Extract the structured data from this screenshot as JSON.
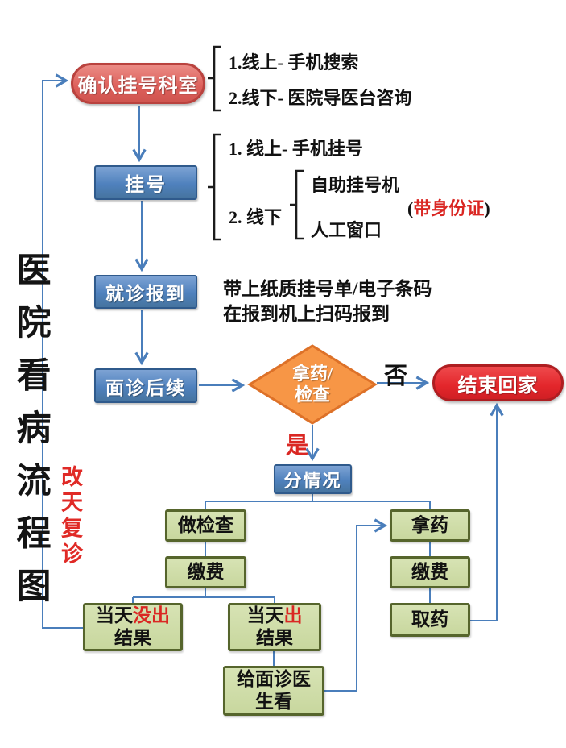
{
  "title": {
    "vertical_text": "医院看病流程图"
  },
  "side_note": {
    "text": "改天复诊"
  },
  "colors": {
    "connector_blue": "#4a7ebb",
    "box_blue": "#4f81bd",
    "pill_salmon": "#dd5f5a",
    "pill_red": "#e3262b",
    "green_fill": "#c8d79e",
    "green_border": "#56652c",
    "diamond_orange": "#f79646",
    "highlight_red": "#da2723"
  },
  "nodes": {
    "confirm_dept": {
      "label": "确认挂号科室"
    },
    "register": {
      "label": "挂号"
    },
    "checkin": {
      "label": "就诊报到"
    },
    "followup": {
      "label": "面诊后续"
    },
    "decision": {
      "line1": "拿药/",
      "line2": "检查"
    },
    "end_home": {
      "label": "结束回家"
    },
    "split_case": {
      "label": "分情况"
    },
    "do_exam": {
      "label": "做检查"
    },
    "pay_left": {
      "label": "缴费"
    },
    "result_not_out": {
      "prefix": "当天",
      "highlight": "没出",
      "suffix": "结果"
    },
    "result_out": {
      "prefix": "当天",
      "highlight": "出",
      "suffix": "结果"
    },
    "show_doctor": {
      "label": "给面诊医生看"
    },
    "get_medicine": {
      "label": "拿药"
    },
    "pay_right": {
      "label": "缴费"
    },
    "pickup_medicine": {
      "label": "取药"
    }
  },
  "annotations": {
    "confirm_option1": "1.线上- 手机搜索",
    "confirm_option2": "2.线下- 医院导医台咨询",
    "register_online": "1. 线上- 手机挂号",
    "register_offline": "2. 线下",
    "offline_option1": "自助挂号机",
    "offline_option2": "人工窗口",
    "id_note_open": "(",
    "id_note_text": "带身份证",
    "id_note_close": ")",
    "checkin_note_line1": "带上纸质挂号单/电子条码",
    "checkin_note_line2": "在报到机上扫码报到"
  },
  "edge_labels": {
    "no": "否",
    "yes": "是"
  }
}
